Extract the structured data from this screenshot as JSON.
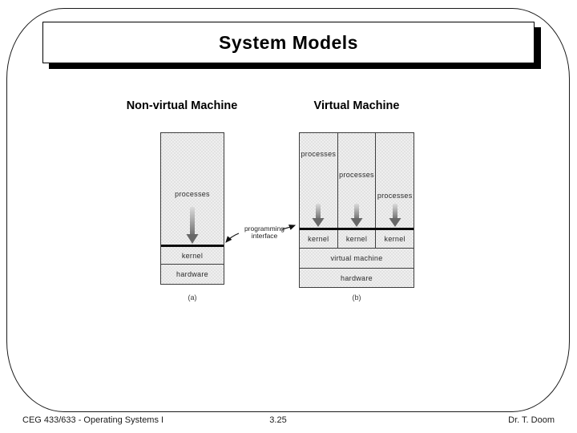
{
  "slide": {
    "title": "System Models",
    "footer": {
      "course": "CEG 433/633 - Operating Systems I",
      "page": "3.25",
      "author": "Dr. T. Doom"
    }
  },
  "diagram": {
    "headings": {
      "non_virtual": "Non-virtual Machine",
      "virtual": "Virtual Machine"
    },
    "interface_label": {
      "line1": "programming",
      "line2": "interface"
    },
    "non_virtual": {
      "processes": "processes",
      "kernel": "kernel",
      "hardware": "hardware",
      "caption": "(a)"
    },
    "virtual": {
      "columns": [
        {
          "processes": "processes",
          "kernel": "kernel"
        },
        {
          "processes": "processes",
          "kernel": "kernel"
        },
        {
          "processes": "processes",
          "kernel": "kernel"
        }
      ],
      "virtual_machine": "virtual machine",
      "hardware": "hardware",
      "caption": "(b)"
    },
    "icons": {
      "flow_arrow": "gray gradient arrow pointing down from processes to kernel line",
      "pointer_arrow": "thin black annotation arrow"
    },
    "colors": {
      "box_fill": "#e9e9e9",
      "box_border": "#3d3d3d",
      "thick_interface_line": "#0d0d0d",
      "arrow_gradient_light": "#dcdcdc",
      "arrow_gradient_dark": "#6e6e6e",
      "title_shadow": "#000000"
    }
  }
}
